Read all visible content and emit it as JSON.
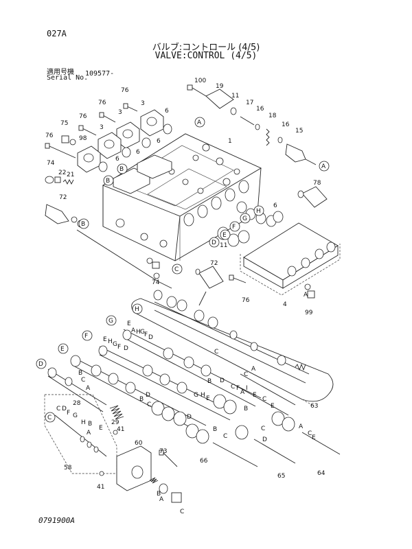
{
  "header": {
    "page_code": "027A",
    "title_jp": "バルブ:コントロール (4/5)",
    "title_en": "VALVE:CONTROL (4/5)",
    "serial_label_jp": "適用号機",
    "serial_label_en": "Serial No.",
    "serial_value": "109577-"
  },
  "footer": {
    "drawing_no": "0791900A"
  },
  "callouts": {
    "c100": "100",
    "c19": "19",
    "c11a": "11",
    "c17": "17",
    "c16a": "16",
    "c18": "18",
    "c16b": "16",
    "c15": "15",
    "c76a": "76",
    "c76b": "76",
    "c76c": "76",
    "c76d": "76",
    "c3a": "3",
    "c3b": "3",
    "c3c": "3",
    "c6a": "6",
    "c6b": "6",
    "c6c": "6",
    "c6d": "6",
    "c6e": "6",
    "c75": "75",
    "c98": "98",
    "c1": "1",
    "c74a": "74",
    "c22": "22",
    "c21": "21",
    "c72a": "72",
    "c78": "78",
    "c11b": "11",
    "c72b": "72",
    "c74b": "74",
    "c76e": "76",
    "c4": "4",
    "c99": "99",
    "c63": "63",
    "c28": "28",
    "c29": "29",
    "c41a": "41",
    "c60": "60",
    "c73": "73",
    "c41b": "41",
    "c58": "58",
    "c66": "66",
    "c65": "65",
    "c64": "64",
    "lA1": "A",
    "lA2": "A",
    "lA3": "A",
    "lB1": "B",
    "lB2": "B",
    "lB3": "B",
    "lC1": "C",
    "lD1": "D",
    "lE1": "E",
    "lF1": "F",
    "lG1": "G",
    "lH1": "H",
    "lbA": "A",
    "lbB": "B",
    "lbC": "C",
    "lbD": "D",
    "lbE": "E",
    "lbF": "F",
    "lbG": "G",
    "lbH": "H"
  }
}
